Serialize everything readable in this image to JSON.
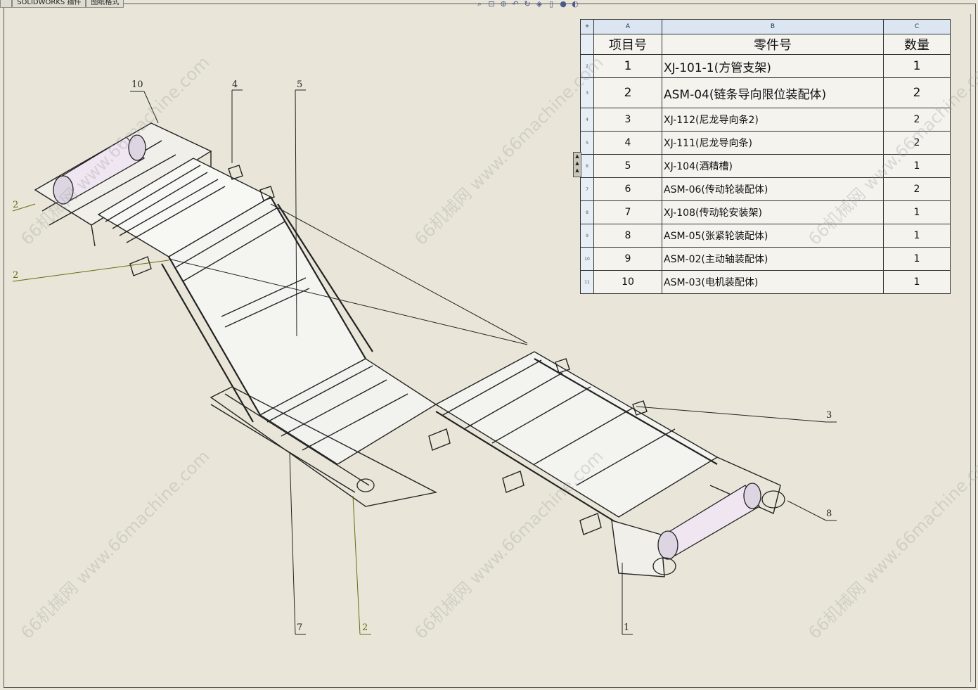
{
  "tabs": [
    "SOLIDWORKS 插件",
    "图纸格式"
  ],
  "toolbar_icons": [
    "zoom-fit-icon",
    "zoom-area-icon",
    "zoom-in-icon",
    "previous-view-icon",
    "rotate-icon",
    "display-style-icon",
    "view-orientation-icon",
    "hide-show-icon",
    "appearance-icon"
  ],
  "bom": {
    "column_letters": [
      "A",
      "B",
      "C"
    ],
    "headers": [
      "项目号",
      "零件号",
      "数量"
    ],
    "row_numbers": [
      "2",
      "3",
      "4",
      "5",
      "6",
      "7",
      "8",
      "9",
      "10",
      "11"
    ],
    "rows": [
      {
        "item": "1",
        "part": "XJ-101-1(方管支架)",
        "qty": "1"
      },
      {
        "item": "2",
        "part": "ASM-04(链条导向限位装配体)",
        "qty": "2"
      },
      {
        "item": "3",
        "part": "XJ-112(尼龙导向条2)",
        "qty": "2"
      },
      {
        "item": "4",
        "part": "XJ-111(尼龙导向条)",
        "qty": "2"
      },
      {
        "item": "5",
        "part": "XJ-104(酒精槽)",
        "qty": "1"
      },
      {
        "item": "6",
        "part": "ASM-06(传动轮装配体)",
        "qty": "2"
      },
      {
        "item": "7",
        "part": "XJ-108(传动轮安装架)",
        "qty": "1"
      },
      {
        "item": "8",
        "part": "ASM-05(张紧轮装配体)",
        "qty": "1"
      },
      {
        "item": "9",
        "part": "ASM-02(主动轴装配体)",
        "qty": "1"
      },
      {
        "item": "10",
        "part": "ASM-03(电机装配体)",
        "qty": "1"
      }
    ]
  },
  "callouts": [
    "10",
    "4",
    "5",
    "2",
    "2",
    "3",
    "8",
    "1",
    "7",
    "2"
  ],
  "watermark": "66机械网 www.66machine.com"
}
